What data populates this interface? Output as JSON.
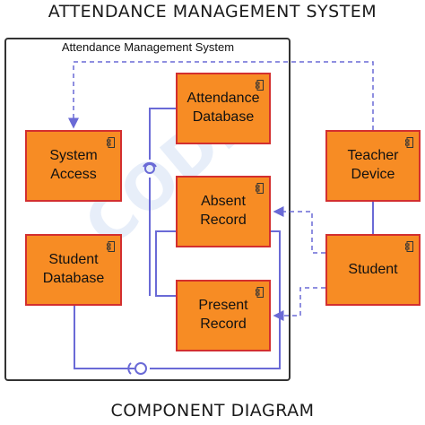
{
  "diagram": {
    "top_title": "ATTENDANCE MANAGEMENT SYSTEM",
    "bottom_title": "COMPONENT DIAGRAM",
    "boundary_label": "Attendance Management System",
    "watermark": "CODE",
    "components": {
      "attendance_database": "Attendance\nDatabase",
      "system_access": "System\nAccess",
      "absent_record": "Absent\nRecord",
      "student_database": "Student\nDatabase",
      "present_record": "Present\nRecord",
      "teacher_device": "Teacher\nDevice",
      "student": "Student"
    },
    "colors": {
      "component_fill": "#f78c24",
      "component_border": "#d32f2f",
      "connector": "#6a6ad6"
    }
  }
}
